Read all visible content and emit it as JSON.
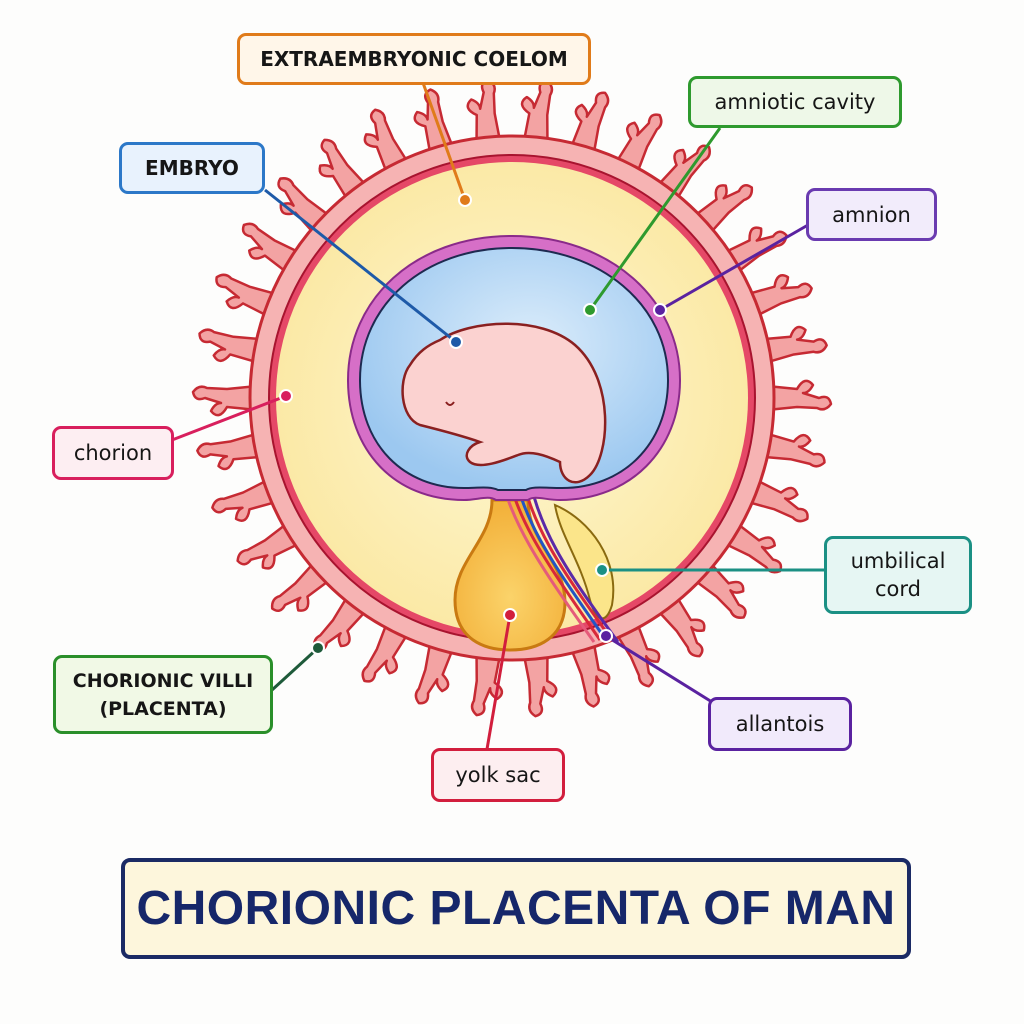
{
  "title": "CHORIONIC PLACENTA OF MAN",
  "labels": {
    "extraembryonic_coelom": {
      "text": "EXTRAEMBRYONIC COELOM",
      "color": "#e07b1a",
      "bg": "#fff6e9"
    },
    "amniotic_cavity": {
      "text": "amniotic cavity",
      "color": "#2e9a2e",
      "bg": "#eef8e8"
    },
    "embryo": {
      "text": "EMBRYO",
      "color": "#2c78c8",
      "bg": "#e8f2fd"
    },
    "amnion": {
      "text": "amnion",
      "color": "#6a3bb0",
      "bg": "#f2ecfb"
    },
    "chorion": {
      "text": "chorion",
      "color": "#d81f5d",
      "bg": "#fdeef2"
    },
    "umbilical_cord": {
      "line1": "umbilical",
      "line2": "cord",
      "color": "#1b9084",
      "bg": "#e6f6f3"
    },
    "chorionic_villi": {
      "line1": "CHORIONIC VILLI",
      "line2": "(PLACENTA)",
      "color": "#2a8f2a",
      "bg": "#f1f9e6"
    },
    "allantois": {
      "text": "allantois",
      "color": "#5a22a0",
      "bg": "#f1eafb"
    },
    "yolk_sac": {
      "text": "yolk sac",
      "color": "#d21e3d",
      "bg": "#fdeef0"
    }
  },
  "colors": {
    "villi": "#f3a3a3",
    "villi_outline": "#c62a33",
    "coelom": "#fbefb7",
    "amniotic_fluid": "#b6d8f6",
    "amnion_membrane": "#d66fc7",
    "embryo": "#fbd2d0",
    "yolk": "#f7c75a",
    "title_border": "#1b2a64",
    "title_bg": "#fdf6dc"
  }
}
